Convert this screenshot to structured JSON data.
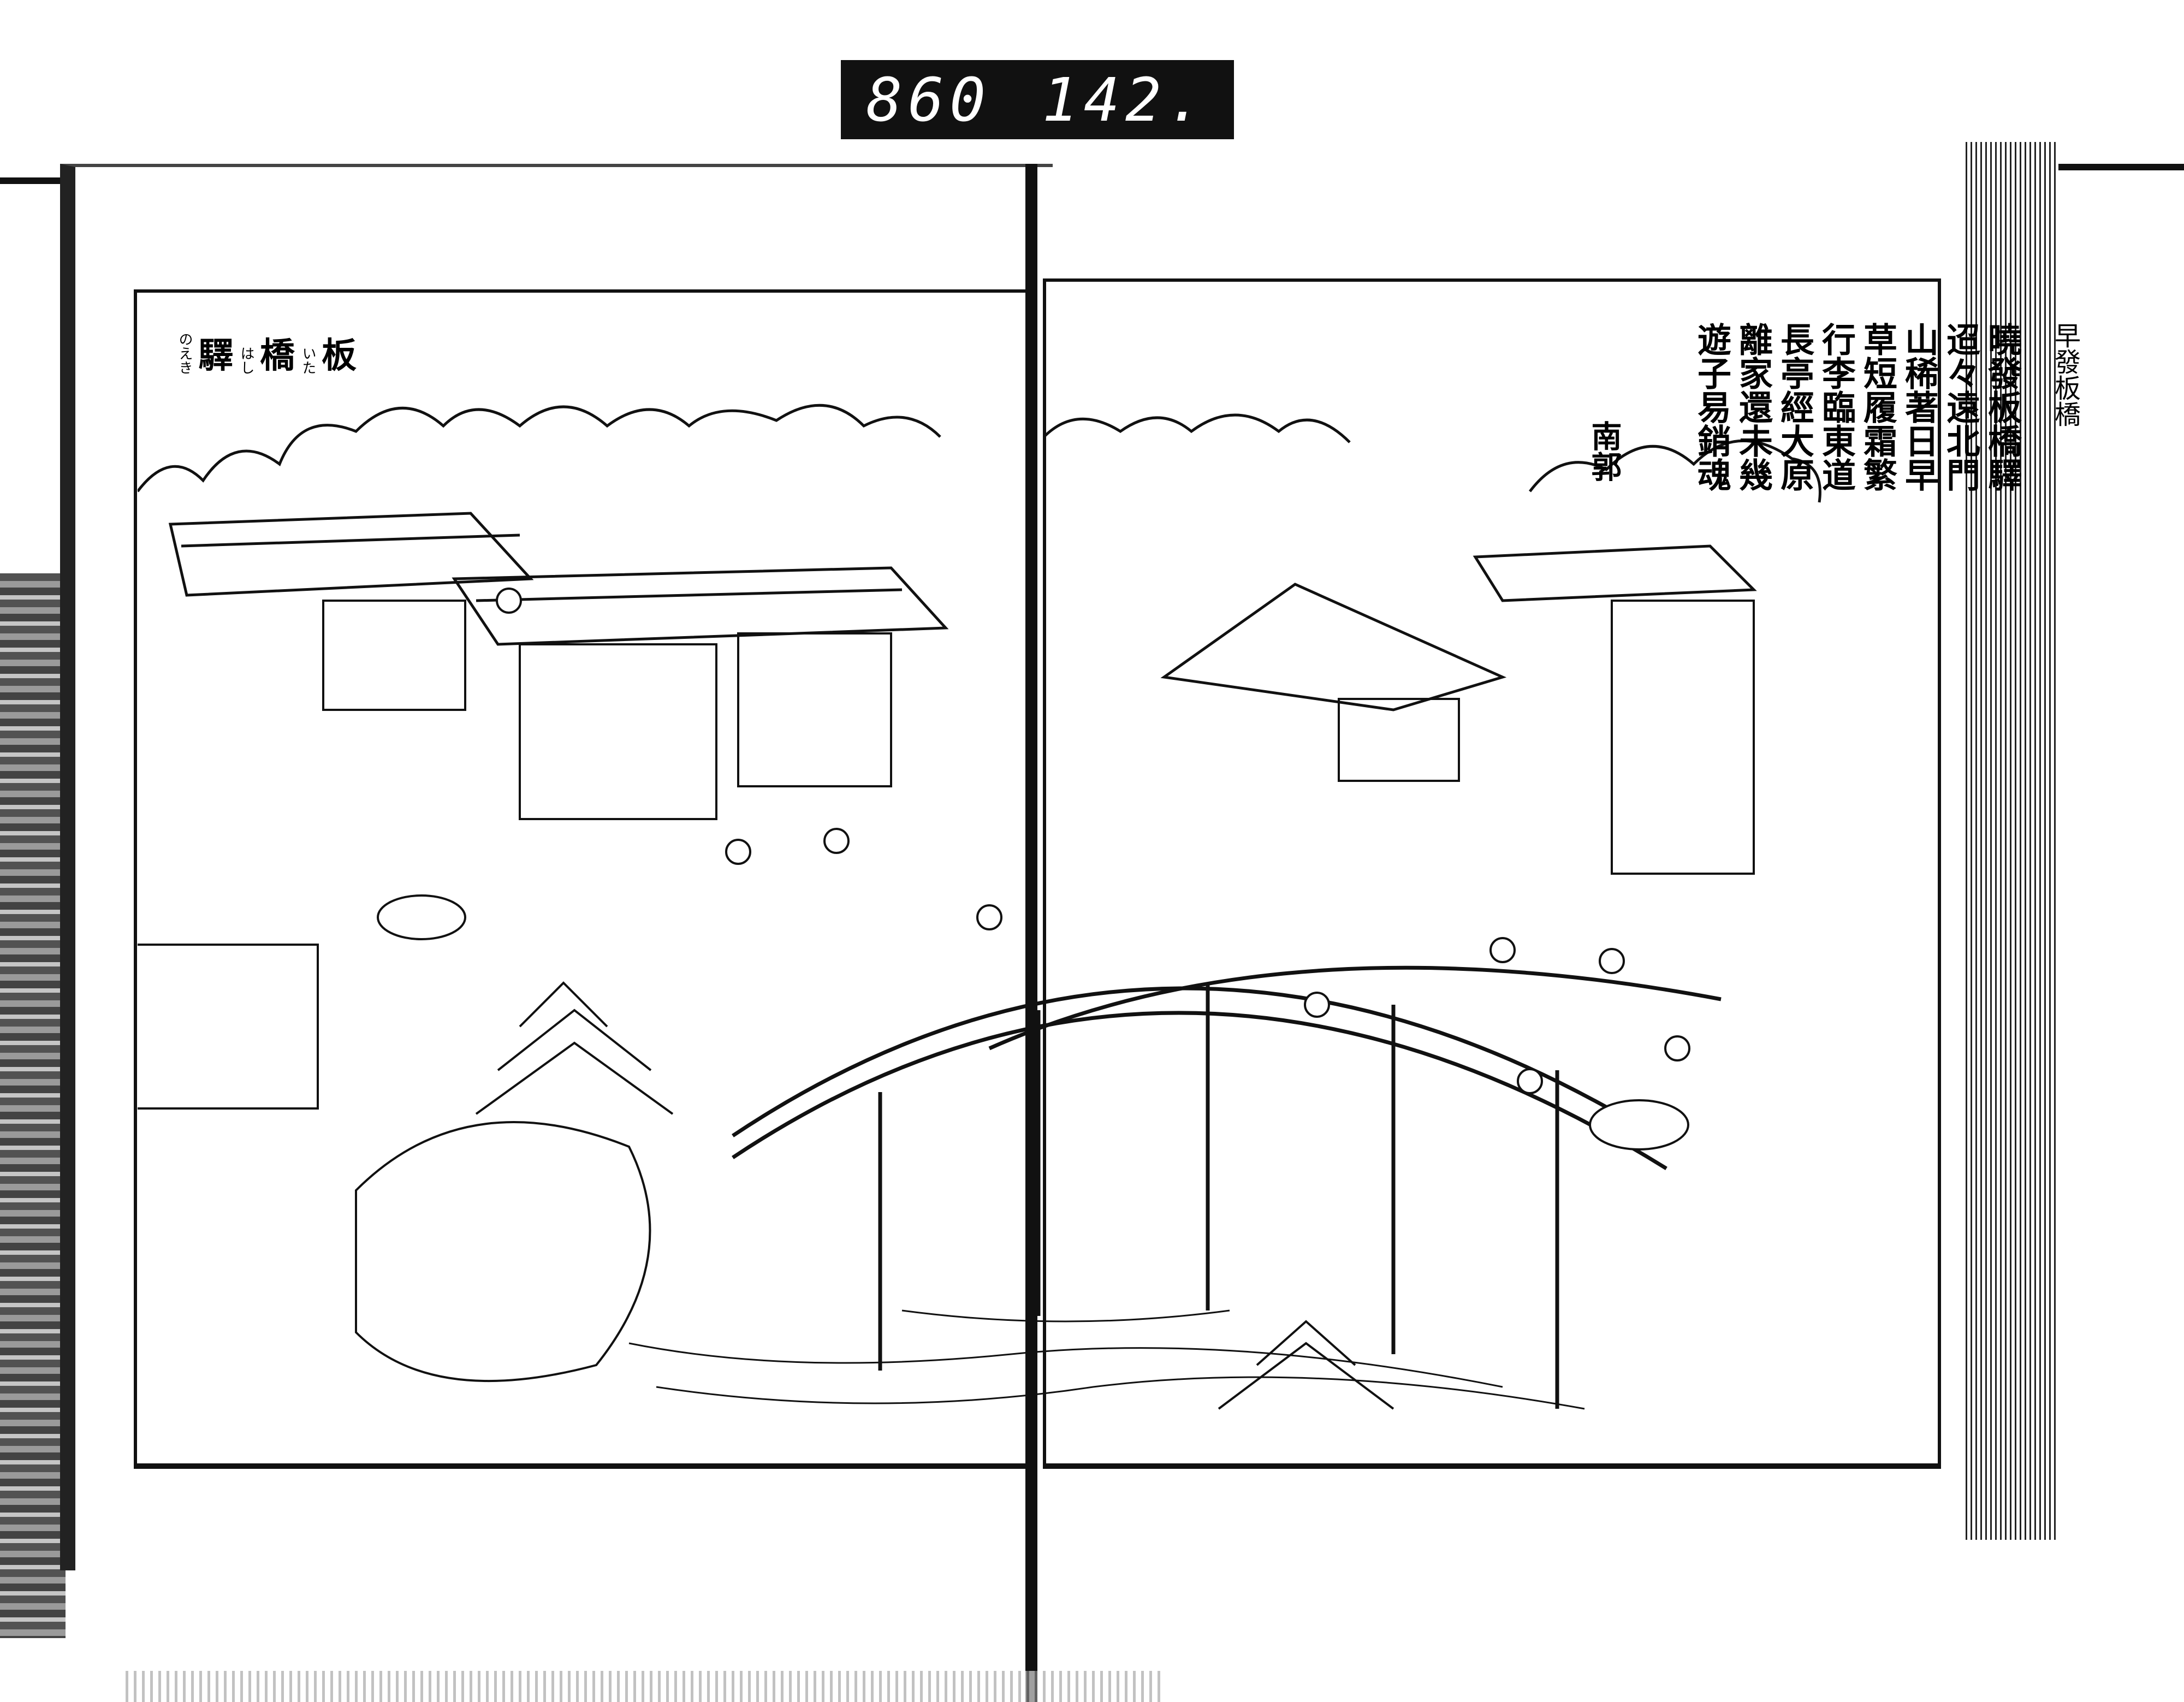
{
  "archive_label": {
    "left": "860",
    "right": "142."
  },
  "illustration_title": {
    "chars": [
      "板",
      "橋",
      "驛"
    ],
    "furigana": [
      "いた",
      "はし",
      "のえき"
    ]
  },
  "poem": {
    "title": "早發板橋",
    "lines": [
      "曉發板橋驛",
      "迢々遠北門",
      "山稀著日早",
      "草短履霜繁",
      "行李臨東道",
      "長亭經大原",
      "離家還未幾",
      "遊子易銷魂"
    ],
    "author": "南郭"
  }
}
